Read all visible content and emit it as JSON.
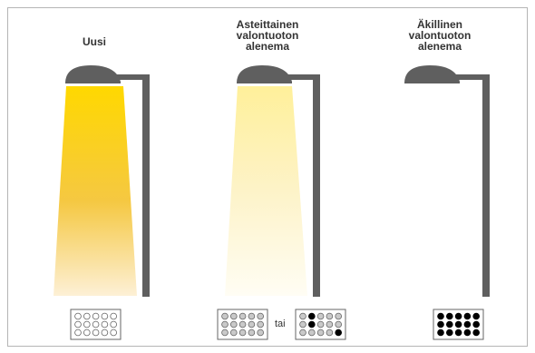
{
  "labels": {
    "new": "Uusi",
    "gradual": "Asteittainen\nvalontuoton\nalenema",
    "sudden": "Äkillinen\nvalontuoton\nalenema",
    "or": "tai"
  },
  "colors": {
    "pole": "#5f5f5f",
    "beam_strong": "#ffd800",
    "beam_weak": "#fff0a0",
    "led_on": "#ffffff",
    "led_dim": "#c9c9c9",
    "led_off": "#000000"
  },
  "led_states": {
    "new": [
      0,
      0,
      0,
      0,
      0,
      0,
      0,
      0,
      0,
      0,
      0,
      0,
      0,
      0,
      0
    ],
    "gradual": [
      1,
      1,
      1,
      1,
      1,
      1,
      1,
      1,
      1,
      1,
      1,
      1,
      1,
      1,
      1
    ],
    "gradual_or": [
      1,
      2,
      1,
      1,
      1,
      1,
      2,
      1,
      1,
      1,
      1,
      1,
      1,
      1,
      2
    ],
    "sudden": [
      2,
      2,
      2,
      2,
      2,
      2,
      2,
      2,
      2,
      2,
      2,
      2,
      2,
      2,
      2
    ]
  }
}
